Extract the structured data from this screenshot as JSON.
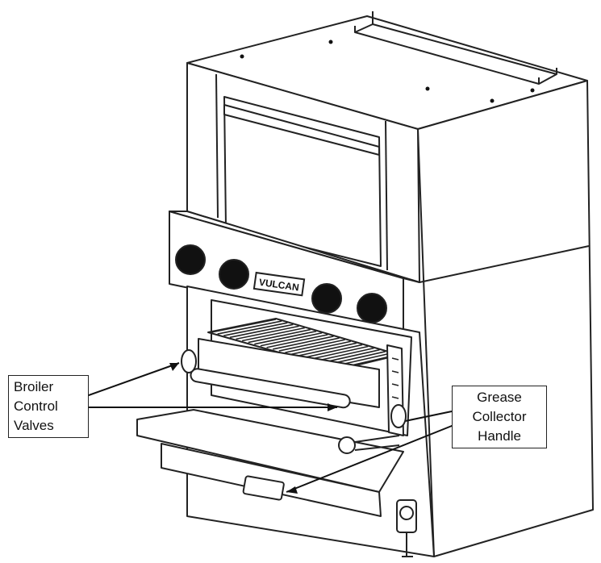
{
  "labels": {
    "broiler": [
      "Broiler",
      "Control",
      "Valves"
    ],
    "grease": [
      "Grease",
      "Collector",
      "Handle"
    ],
    "brand": "VULCAN"
  },
  "colors": {
    "line": "#222222",
    "knob": "#111111",
    "background": "#ffffff"
  }
}
